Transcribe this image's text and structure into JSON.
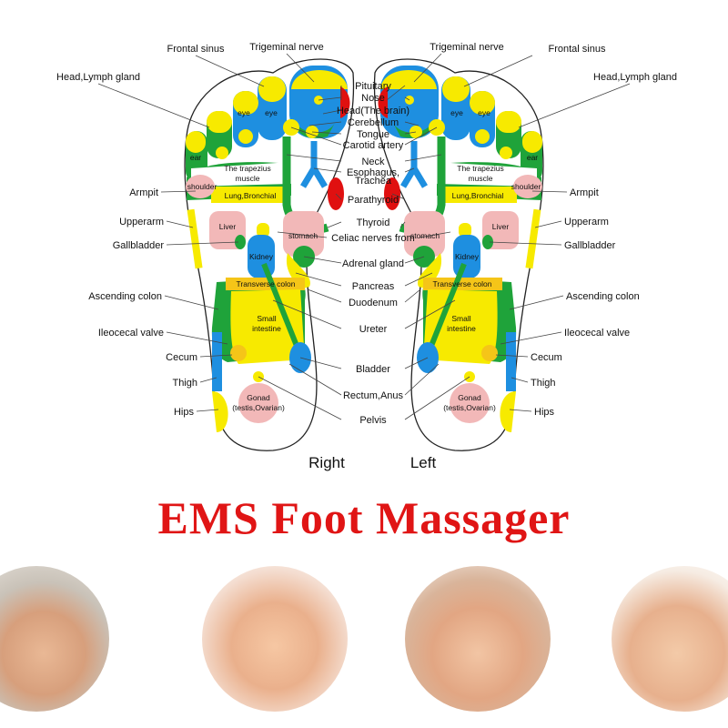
{
  "diagram": {
    "center_labels": [
      "Pituitary",
      "Nose",
      "Head(The brain)",
      "Cerebellum",
      "Tongue",
      "Carotid artery",
      "Neck",
      "Esophagus,",
      "Trachea",
      "Parathyroid",
      "Thyroid",
      "Celiac nerves from",
      "Adrenal gland",
      "Pancreas",
      "Duodenum",
      "Ureter",
      "Bladder",
      "Rectum,Anus",
      "Pelvis"
    ],
    "side_labels": [
      "Frontal sinus",
      "Trigeminal nerve",
      "Head,Lymph gland",
      "Armpit",
      "Upperarm",
      "Gallbladder",
      "Ascending colon",
      "Ileocecal valve",
      "Cecum",
      "Thigh",
      "Hips"
    ],
    "region_labels": [
      "eye",
      "ear",
      "shoulder",
      "The trapezius",
      "muscle",
      "Lung,Bronchial",
      "Liver",
      "stomach",
      "Kidney",
      "Transverse colon",
      "Small",
      "intestine",
      "Gonad",
      "(testis,Ovarian)"
    ],
    "foot_right": "Right",
    "foot_left": "Left",
    "colors": {
      "yellow": "#f7ea00",
      "blue": "#1e8fe0",
      "green": "#1fa33a",
      "pink": "#f2b8b8",
      "red": "#e01010",
      "orange": "#f5c518"
    }
  },
  "title": "EMS Foot Massager",
  "photos": [
    "photo-foot-massage-1",
    "photo-foot-massage-2",
    "photo-foot-massage-3",
    "photo-foot-massage-4"
  ]
}
